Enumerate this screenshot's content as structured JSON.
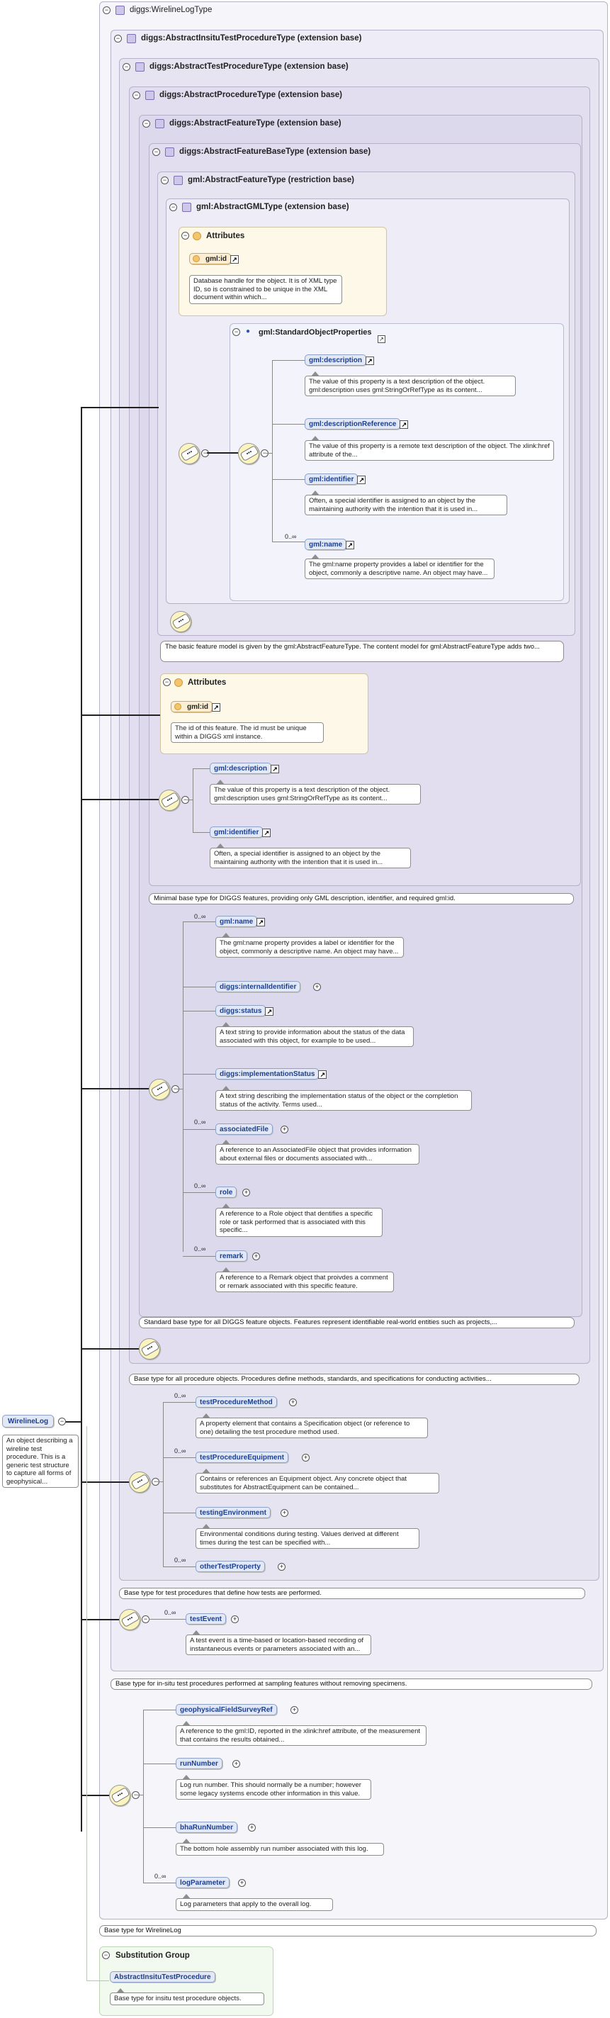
{
  "root": {
    "title": "diggs:WirelineLogType",
    "element": "WirelineLog",
    "doc": "An object describing a wireline test procedure. This is a generic test structure to capture all forms of geophysical...",
    "bottom_doc": "Base type for WirelineLog"
  },
  "groups": {
    "insitu": {
      "title": "diggs:AbstractInsituTestProcedureType (extension base)",
      "doc": "Base type for in-situ test procedures performed at sampling features without removing specimens."
    },
    "test": {
      "title": "diggs:AbstractTestProcedureType (extension base)",
      "doc": "Base type for test procedures that define how tests are performed."
    },
    "procedure": {
      "title": "diggs:AbstractProcedureType (extension base)",
      "doc": "Base type for all procedure objects. Procedures define methods, standards, and specifications for conducting activities..."
    },
    "feature": {
      "title": "diggs:AbstractFeatureType (extension base)",
      "doc": "Standard base type for all DIGGS feature objects. Features represent identifiable real-world entities such as projects,..."
    },
    "featurebase": {
      "title": "diggs:AbstractFeatureBaseType (extension base)",
      "doc": "Minimal base type for DIGGS features, providing only GML description, identifier, and required gml:id."
    },
    "gmlfeature": {
      "title": "gml:AbstractFeatureType (restriction base)",
      "doc": "The basic feature model is given by the gml:AbstractFeatureType. The content model for gml:AbstractFeatureType adds two..."
    },
    "gmlbase": {
      "title": "gml:AbstractGMLType (extension base)"
    }
  },
  "attributes_label": "Attributes",
  "gml_attr": {
    "name": "gml:id",
    "doc": "Database handle for the object. It is of XML type ID, so is constrained to be unique in the XML document within which..."
  },
  "std_props": {
    "title": "gml:StandardObjectProperties",
    "items": [
      {
        "name": "gml:description",
        "doc": "The value of this property is a text description of the object. gml:description uses gml:StringOrRefType as its content..."
      },
      {
        "name": "gml:descriptionReference",
        "doc": "The value of this property is a remote text description of the object. The xlink:href attribute of the..."
      },
      {
        "name": "gml:identifier",
        "doc": "Often, a special identifier is assigned to an object by the maintaining authority with the intention that it is used in..."
      },
      {
        "name": "gml:name",
        "doc": "The gml:name property provides a label or identifier for the object, commonly a descriptive name. An object may have...",
        "occurs": "0..∞"
      }
    ]
  },
  "fb_attr": {
    "name": "gml:id",
    "doc": "The id of this feature. The id must be unique within a DIGGS xml instance."
  },
  "fb_items": [
    {
      "name": "gml:description",
      "doc": "The value of this property is a text description of the object. gml:description uses gml:StringOrRefType as its content..."
    },
    {
      "name": "gml:identifier",
      "doc": "Often, a special identifier is assigned to an object by the maintaining authority with the intention that it is used in..."
    }
  ],
  "feature_items": [
    {
      "name": "gml:name",
      "occurs": "0..∞",
      "doc": "The gml:name property provides a label or identifier for the object, commonly a descriptive name. An object may have..."
    },
    {
      "name": "diggs:internalIdentifier",
      "occurs": "",
      "doc": ""
    },
    {
      "name": "diggs:status",
      "occurs": "",
      "doc": "A text string to provide information about the status of the data associated with this object, for example to be used..."
    },
    {
      "name": "diggs:implementationStatus",
      "occurs": "",
      "doc": "A text string describing the implementation status of the object or the completion status of the activity. Terms used..."
    },
    {
      "name": "associatedFile",
      "occurs": "0..∞",
      "doc": "A reference to an AssociatedFile object that provides information about external files or documents associated with..."
    },
    {
      "name": "role",
      "occurs": "0..∞",
      "doc": "A reference to a Role object that dentifies a specific role or task performed that is associated with this specific..."
    },
    {
      "name": "remark",
      "occurs": "0..∞",
      "doc": "A reference to a Remark object that proivdes a comment or remark associated with this specific feature."
    }
  ],
  "test_items": [
    {
      "name": "testProcedureMethod",
      "occurs": "0..∞",
      "doc": "A property element that contains a Specification object (or reference to one) detailing the test procedure method used."
    },
    {
      "name": "testProcedureEquipment",
      "occurs": "0..∞",
      "doc": "Contains or references an Equipment object. Any concrete object that substitutes for AbstractEquipment can be contained..."
    },
    {
      "name": "testingEnvironment",
      "occurs": "",
      "doc": "Environmental conditions during testing. Values derived at different times during the test can be specified with..."
    },
    {
      "name": "otherTestProperty",
      "occurs": "0..∞",
      "doc": ""
    }
  ],
  "insitu_items": [
    {
      "name": "testEvent",
      "occurs": "0..∞",
      "doc": "A test event is a time-based or location-based recording of instantaneous events or parameters associated with an..."
    }
  ],
  "wl_items": [
    {
      "name": "geophysicalFieldSurveyRef",
      "occurs": "",
      "doc": "A reference to the gml:ID, reported in the xlink:href attribute, of the measurement that contains the results obtained..."
    },
    {
      "name": "runNumber",
      "occurs": "",
      "doc": "Log run number. This should normally be a number; however some legacy systems encode other information in this value."
    },
    {
      "name": "bhaRunNumber",
      "occurs": "",
      "doc": "The bottom hole assembly run number associated with this log."
    },
    {
      "name": "logParameter",
      "occurs": "0..∞",
      "doc": "Log parameters that apply to the overall log."
    }
  ],
  "substitution": {
    "title": "Substitution Group",
    "element": "AbstractInsituTestProcedure",
    "doc": "Base type for insitu test procedure objects."
  }
}
